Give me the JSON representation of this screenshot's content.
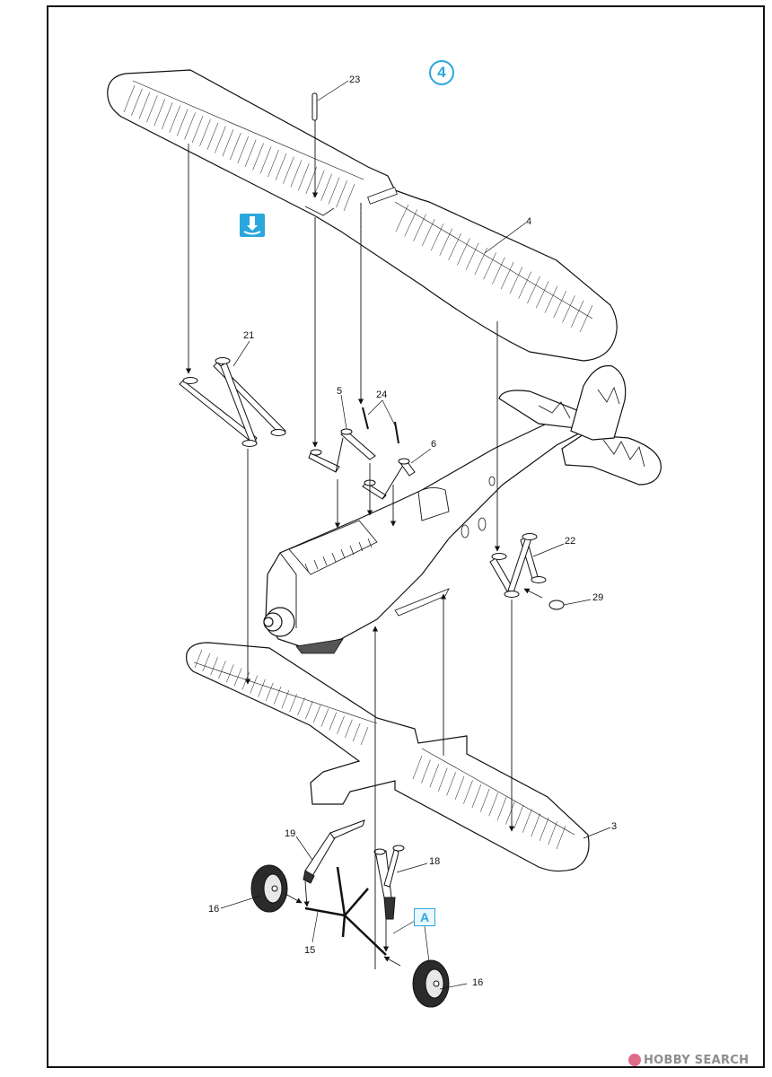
{
  "step_number": "4",
  "sub_assembly_label": "A",
  "callouts": [
    {
      "id": "23",
      "text": "23"
    },
    {
      "id": "4",
      "text": "4"
    },
    {
      "id": "21",
      "text": "21"
    },
    {
      "id": "5",
      "text": "5"
    },
    {
      "id": "24",
      "text": "24"
    },
    {
      "id": "6",
      "text": "6"
    },
    {
      "id": "22",
      "text": "22"
    },
    {
      "id": "29",
      "text": "29"
    },
    {
      "id": "3",
      "text": "3"
    },
    {
      "id": "19",
      "text": "19"
    },
    {
      "id": "18",
      "text": "18"
    },
    {
      "id": "16a",
      "text": "16"
    },
    {
      "id": "15",
      "text": "15"
    },
    {
      "id": "16b",
      "text": "16"
    }
  ],
  "watermark": {
    "brand": "HOBBY SEARCH"
  },
  "colors": {
    "accent": "#2aa7dc",
    "line": "#111111",
    "watermark": "#8d8d8d"
  }
}
